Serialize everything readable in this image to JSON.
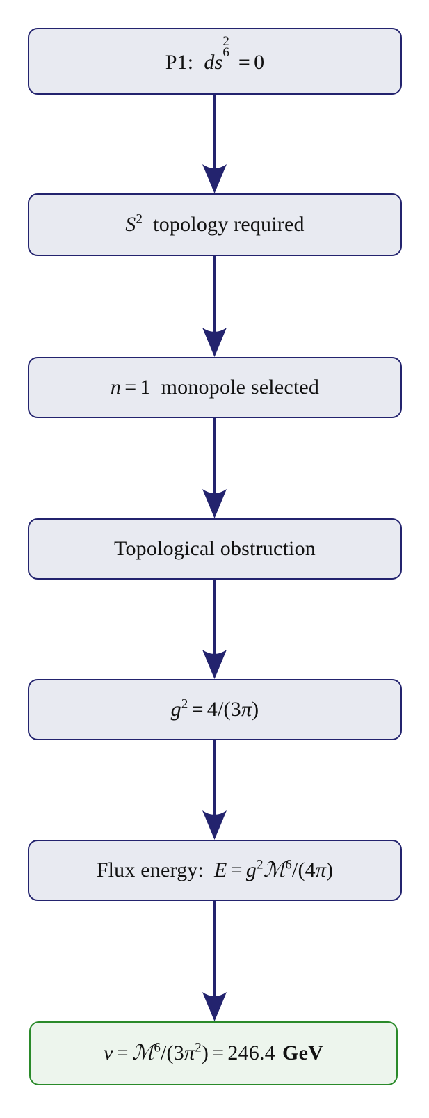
{
  "diagram": {
    "type": "flowchart",
    "orientation": "top-to-bottom",
    "title_text": "",
    "colors": {
      "node_border": "#23236e",
      "node_fill": "#e8eaf1",
      "result_border": "#2a8a2a",
      "result_fill": "#edf5ed",
      "arrow": "#23236e",
      "text": "#111111",
      "background": "#ffffff"
    },
    "nodes": [
      {
        "id": "p1",
        "style": "process",
        "text": "P1: ds_6^2 = 0",
        "parts": {
          "prefix": "P1:",
          "variable_d": "d",
          "variable_s": "s",
          "subscript": "6",
          "superscript": "2",
          "relation": "=",
          "value": "0"
        }
      },
      {
        "id": "topology",
        "style": "process",
        "text": "S^2 topology required",
        "parts": {
          "symbol": "S",
          "superscript": "2",
          "words": "topology required"
        }
      },
      {
        "id": "monopole",
        "style": "process",
        "text": "n = 1 monopole selected",
        "parts": {
          "variable": "n",
          "relation": "=",
          "value": "1",
          "words": "monopole selected"
        }
      },
      {
        "id": "obstruction",
        "style": "process",
        "text": "Topological obstruction",
        "parts": {
          "words": "Topological obstruction"
        }
      },
      {
        "id": "coupling",
        "style": "process",
        "text": "g^2 = 4/(3π)",
        "parts": {
          "variable": "g",
          "superscript": "2",
          "relation": "=",
          "numerator": "4",
          "slash": "/",
          "open_paren": "(",
          "factor": "3",
          "pi": "π",
          "close_paren": ")"
        }
      },
      {
        "id": "flux-energy",
        "style": "process",
        "text": "Flux energy: E = g^2 M^6/(4π)",
        "parts": {
          "prefix": "Flux energy:",
          "energy": "E",
          "relation": "=",
          "variable": "g",
          "sup_g": "2",
          "script_m": "ℳ",
          "sup_m": "6",
          "slash": "/",
          "open_paren": "(",
          "factor": "4",
          "pi": "π",
          "close_paren": ")"
        }
      },
      {
        "id": "vev",
        "style": "result",
        "text": "v = M^6/(3π^2) = 246.4 GeV",
        "parts": {
          "variable": "v",
          "relation1": "=",
          "script_m": "ℳ",
          "sup_m": "6",
          "slash": "/",
          "open_paren": "(",
          "factor": "3",
          "pi": "π",
          "sup_pi": "2",
          "close_paren": ")",
          "relation2": "=",
          "value": "246.4",
          "unit": "GeV"
        }
      }
    ],
    "edges": [
      {
        "from": "p1",
        "to": "topology",
        "label": ""
      },
      {
        "from": "topology",
        "to": "monopole",
        "label": ""
      },
      {
        "from": "monopole",
        "to": "obstruction",
        "label": ""
      },
      {
        "from": "obstruction",
        "to": "coupling",
        "label": ""
      },
      {
        "from": "coupling",
        "to": "flux-energy",
        "label": ""
      },
      {
        "from": "flux-energy",
        "to": "vev",
        "label": ""
      }
    ]
  }
}
